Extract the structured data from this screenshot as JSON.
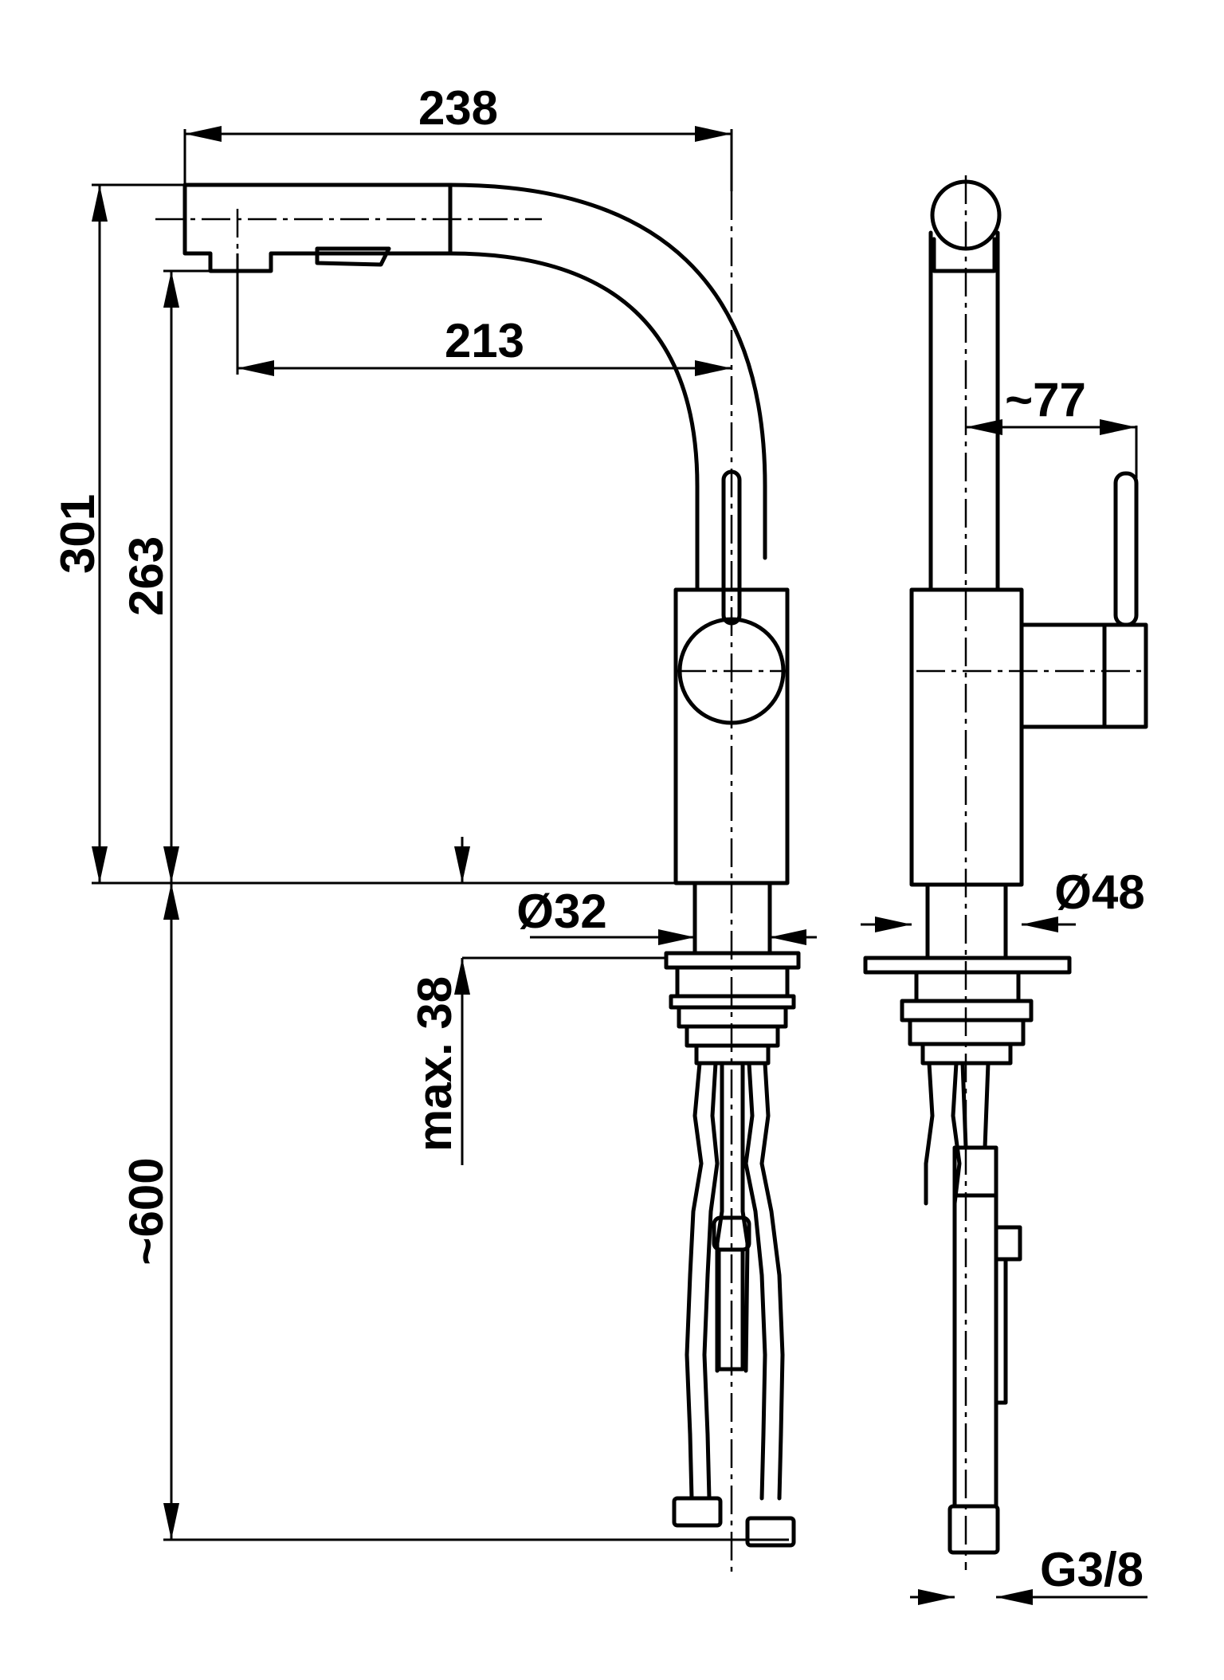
{
  "dimensions": {
    "spout_reach_total": "238",
    "spout_reach_outlet": "213",
    "total_height": "301",
    "outlet_height": "263",
    "hose_length": "~600",
    "counter_thickness": "max. 38",
    "base_diameter": "Ø32",
    "body_diameter": "Ø48",
    "handle_offset": "~77",
    "connection_thread": "G3/8"
  }
}
